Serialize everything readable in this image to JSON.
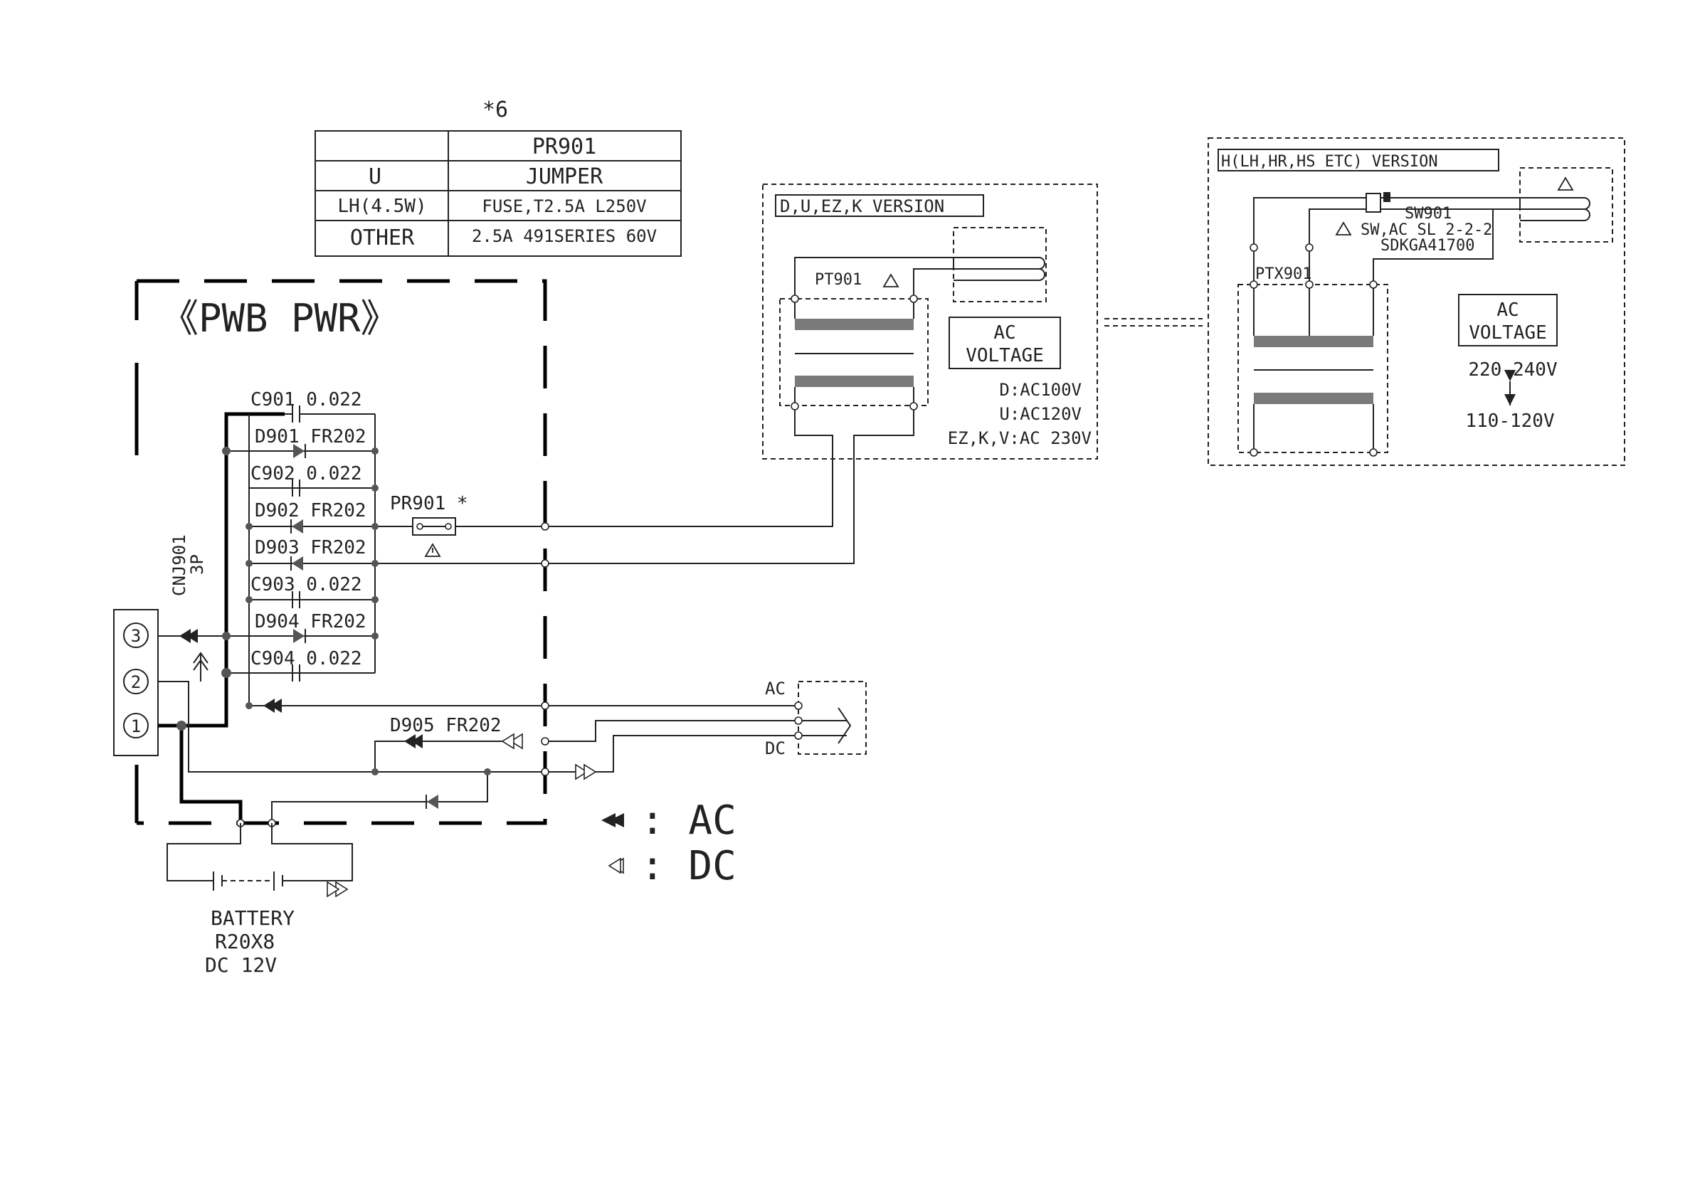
{
  "note": {
    "mark": "*6"
  },
  "pr_table": {
    "header": [
      "",
      "PR901"
    ],
    "rows": [
      [
        "U",
        "JUMPER"
      ],
      [
        "LH(4.5W)",
        "FUSE,T2.5A L250V"
      ],
      [
        "OTHER",
        "2.5A 491SERIES 60V"
      ]
    ]
  },
  "pwb_title": "《PWB PWR》",
  "connector": {
    "name": "CNJ901",
    "pins_label": "3P",
    "pins": [
      "3",
      "2",
      "1"
    ]
  },
  "components": {
    "c901": "C901 0.022",
    "d901": "D901 FR202",
    "c902": "C902 0.022",
    "d902": "D902 FR202",
    "d903": "D903 FR202",
    "c903": "C903 0.022",
    "d904": "D904 FR202",
    "c904": "C904 0.022",
    "pr901": "PR901 *",
    "d905": "D905 FR202"
  },
  "plug_labels": {
    "ac": "AC",
    "dc": "DC"
  },
  "battery": {
    "line1": "BATTERY",
    "line2": "R20X8",
    "line3": "DC 12V"
  },
  "legend": {
    "ac": ": AC",
    "dc": ": DC"
  },
  "version_d": {
    "title": "D,U,EZ,K VERSION",
    "transformer": "PT901",
    "ac_box": [
      "AC",
      "VOLTAGE"
    ],
    "voltages": [
      "D:AC100V",
      "U:AC120V",
      "EZ,K,V:AC 230V"
    ]
  },
  "version_h": {
    "title": "H(LH,HR,HS ETC) VERSION",
    "switch": "SW901",
    "switch_desc": "SW,AC SL 2-2-2",
    "switch_part": "SDKGA41700",
    "transformer": "PTX901",
    "ac_box": [
      "AC",
      "VOLTAGE"
    ],
    "v_high": "220-240V",
    "v_low": "110-120V"
  },
  "colors": {
    "ink": "#222222",
    "core": "#7a7a7a",
    "background": "#ffffff"
  }
}
